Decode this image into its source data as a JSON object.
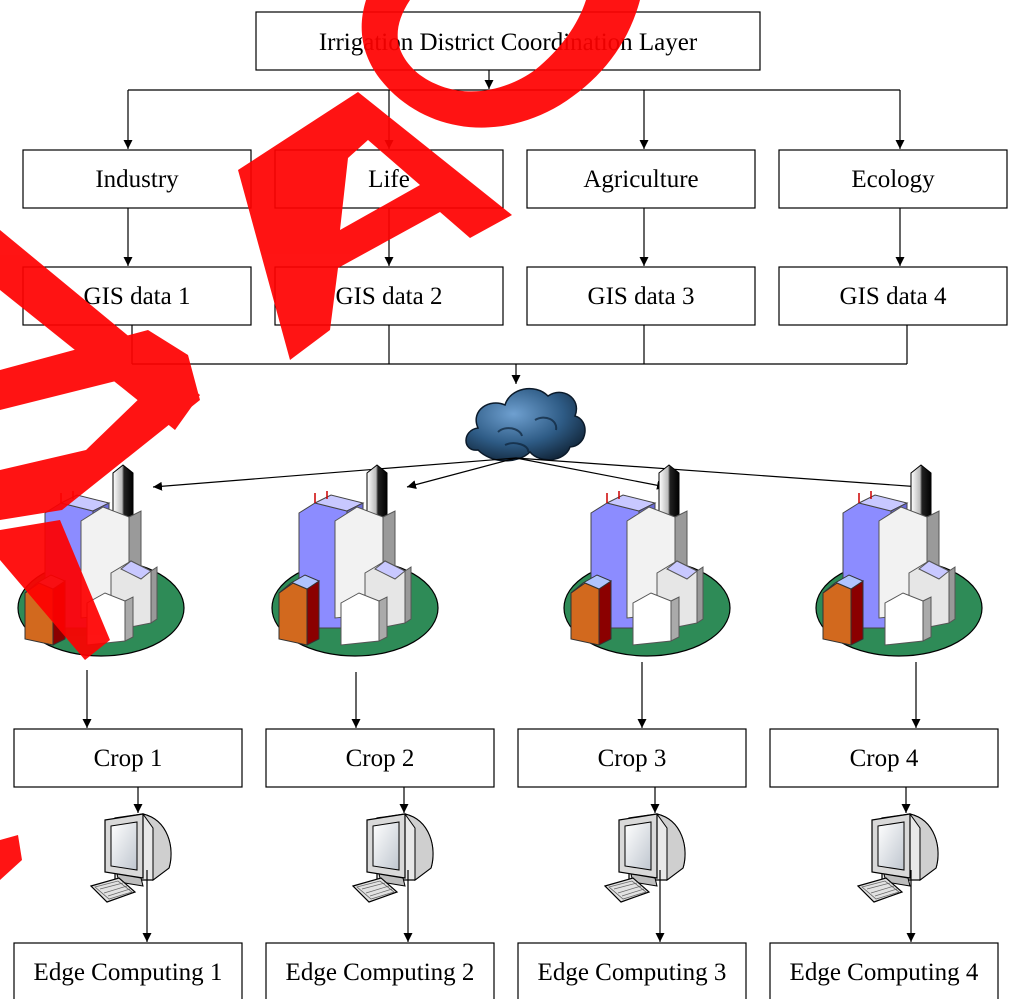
{
  "top_box": {
    "label": "Irrigation District Coordination Layer"
  },
  "sectors": [
    {
      "label": "Industry"
    },
    {
      "label": "Life"
    },
    {
      "label": "Agriculture"
    },
    {
      "label": "Ecology"
    }
  ],
  "gis": [
    {
      "label": "GIS data 1"
    },
    {
      "label": "GIS data 2"
    },
    {
      "label": "GIS data 3"
    },
    {
      "label": "GIS data 4"
    }
  ],
  "network": {
    "icon": "cloud-icon"
  },
  "cities": [
    {
      "icon": "city-icon"
    },
    {
      "icon": "city-icon"
    },
    {
      "icon": "city-icon"
    },
    {
      "icon": "city-icon"
    }
  ],
  "crops": [
    {
      "label": "Crop 1"
    },
    {
      "label": "Crop 2"
    },
    {
      "label": "Crop 3"
    },
    {
      "label": "Crop 4"
    }
  ],
  "computers": [
    {
      "icon": "computer-icon"
    },
    {
      "icon": "computer-icon"
    },
    {
      "icon": "computer-icon"
    },
    {
      "icon": "computer-icon"
    }
  ],
  "edge": [
    {
      "label": "Edge Computing 1"
    },
    {
      "label": "Edge Computing 2"
    },
    {
      "label": "Edge Computing 3"
    },
    {
      "label": "Edge Computing 4"
    }
  ],
  "watermark": {
    "text": "RAC",
    "color": "#ff0000"
  },
  "colors": {
    "cloud": "#2e5b85",
    "ground": "#2e8b57",
    "building_blue": "#8c8cff",
    "building_orange": "#d2691e",
    "building_red": "#8b0000"
  }
}
